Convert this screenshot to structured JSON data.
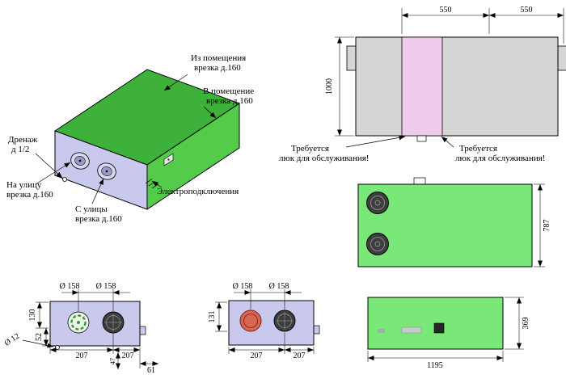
{
  "colors": {
    "green_top": "#3db139",
    "green_side": "#55cb4b",
    "green_light": "#79e878",
    "lavender": "#c9c9ee",
    "pink": "#eecaec",
    "gray": "#d5d5d5",
    "red_port": "#d96553",
    "dark_port": "#3d3d3d"
  },
  "iso_view": {
    "label_from_room_1": "Из помещения",
    "label_from_room_2": "врезка д.160",
    "label_to_room_1": "В помещение",
    "label_to_room_2": "врезка д.160",
    "label_drain_1": "Дренаж",
    "label_drain_2": "д 1/2",
    "label_to_street_1": "На улицу",
    "label_to_street_2": "врезка д.160",
    "label_from_street_1": "С улицы",
    "label_from_street_2": "врезка д.160",
    "label_electrical": "Электроподключения"
  },
  "top_view": {
    "dim_550_left": "550",
    "dim_550_right": "550",
    "dim_1000": "1000",
    "service_left_1": "Требуется",
    "service_left_2": "люк для обслуживания!",
    "service_right_1": "Требуется",
    "service_right_2": "люк для обслуживания!"
  },
  "rear_view": {
    "dim_787": "787"
  },
  "end_view_left": {
    "dim_dia_left": "Ø 158",
    "dim_dia_right": "Ø 158",
    "dim_130": "130",
    "dim_52": "52",
    "dim_dia_12": "Ø 12",
    "dim_207_a": "207",
    "dim_207_b": "207",
    "dim_47": "47",
    "dim_61": "61"
  },
  "end_view_right": {
    "dim_dia_left": "Ø 158",
    "dim_dia_right": "Ø 158",
    "dim_131": "131",
    "dim_207_a": "207",
    "dim_207_b": "207"
  },
  "side_view": {
    "dim_369": "369",
    "dim_1195": "1195"
  }
}
